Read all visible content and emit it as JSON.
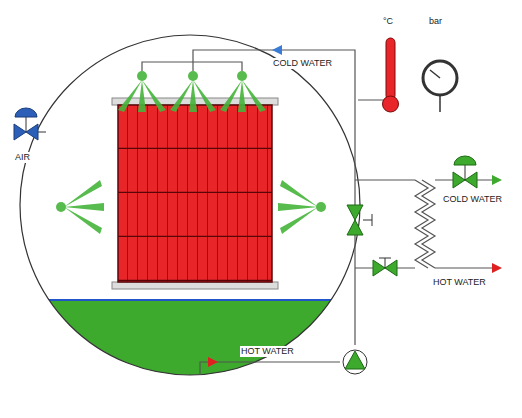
{
  "diagram": {
    "labels": [
      "COLD WATER",
      "°C",
      "bar",
      "AIR",
      "COLD WATER",
      "HOT WATER",
      "HOT WATER"
    ]
  }
}
